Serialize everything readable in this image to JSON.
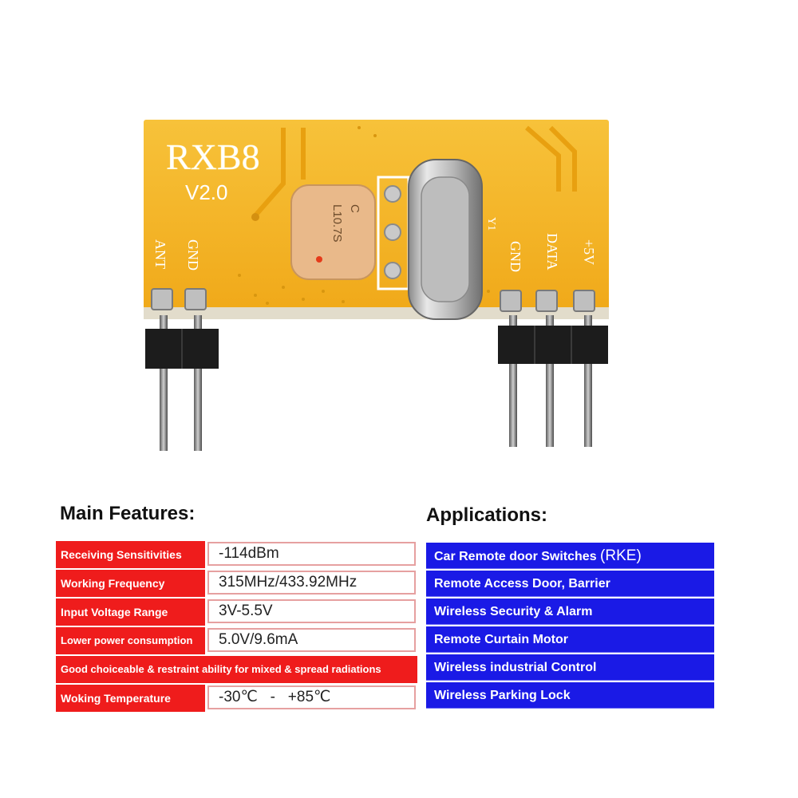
{
  "module": {
    "model": "RXB8",
    "version": "V2.0",
    "filter_text_1": "L10.7S",
    "filter_text_2": "C",
    "crystal_label": "Y1",
    "pins_left": [
      "ANT",
      "GND"
    ],
    "pins_right": [
      "GND",
      "DATA",
      "+5V"
    ]
  },
  "features": {
    "heading": "Main Features:",
    "rows": [
      {
        "name": "Receiving Sensitivities",
        "value": "-114dBm"
      },
      {
        "name": "Working Frequency",
        "value": "315MHz/433.92MHz"
      },
      {
        "name": "Input Voltage Range",
        "value": "3V-5.5V"
      },
      {
        "name": "Lower power consumption",
        "value": "5.0V/9.6mA"
      },
      {
        "name": "Good choiceable & restraint ability for mixed & spread radiations",
        "value": ""
      },
      {
        "name": "Woking Temperature",
        "value": "-30℃   -   +85℃"
      }
    ]
  },
  "applications": {
    "heading": "Applications:",
    "items": [
      {
        "text": "Car Remote door Switches ",
        "suffix": "(RKE)"
      },
      {
        "text": "Remote Access Door, Barrier",
        "suffix": ""
      },
      {
        "text": "Wireless Security & Alarm",
        "suffix": ""
      },
      {
        "text": "Remote Curtain Motor",
        "suffix": ""
      },
      {
        "text": "Wireless industrial Control",
        "suffix": ""
      },
      {
        "text": "Wireless Parking Lock",
        "suffix": ""
      }
    ]
  },
  "colors": {
    "pcb": "#f5b520",
    "feature_label": "#ef1c1c",
    "application_bg": "#1a1ae6"
  }
}
